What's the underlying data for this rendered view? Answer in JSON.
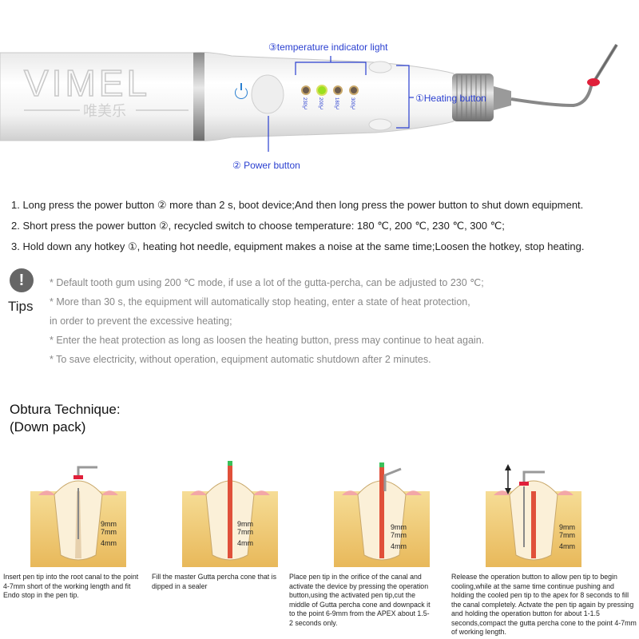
{
  "product": {
    "brand": "VIMEL",
    "brand_cn": "唯美乐",
    "callouts": {
      "temperature_light": "③temperature indicator light",
      "heating_button": "①Heating button",
      "power_button": "② Power button"
    },
    "temps": [
      "230℃",
      "200℃",
      "180℃",
      "300℃"
    ],
    "colors": {
      "callout": "#2a3fd0",
      "active_led": "#9be020",
      "tip_stop": "#e0203a"
    }
  },
  "steps": [
    "1. Long press the power button ② more than 2 s, boot device;And then long press the power button to shut down equipment.",
    "2. Short press the power button ②, recycled switch to choose temperature: 180 ℃, 200 ℃, 230 ℃, 300 ℃;",
    "3. Hold down any hotkey ①, heating hot needle, equipment makes a noise at the same time;Loosen the hotkey, stop heating."
  ],
  "tips": {
    "label": "Tips",
    "icon": "exclamation-icon",
    "items": [
      "* Default tooth gum using 200 ℃ mode, if use a lot of the gutta-percha, can be adjusted to 230 ℃;",
      "* More than 30 s, the equipment will automatically stop heating, enter a state of heat protection,",
      "in order to prevent the excessive heating;",
      "* Enter the heat protection as long as loosen the heating button, press may continue to heat again.",
      "* To save electricity, without operation, equipment automatic shutdown after 2 minutes."
    ]
  },
  "technique": {
    "title": "Obtura Technique:",
    "subtitle": "(Down pack)"
  },
  "diagrams": {
    "depth_labels": [
      "9mm",
      "7mm",
      "4mm"
    ],
    "captions": [
      "Insert pen tip into the root canal to the point 4-7mm short of the working length and fit Endo stop in the pen tip.",
      "Fill the master Gutta percha cone that is dipped in a sealer",
      "Place pen tip in the orifice of the canal and activate the device by pressing the operation button,using the activated pen tip,cut the middle of Gutta percha cone and downpack it to the point 6-9mm from the APEX about 1.5-2 seconds only.",
      "Release the operation button to allow pen tip to begin cooling,while at the same time continue pushing and holding the cooled pen tip to the apex for 8 seconds to fill the canal completely. Actvate the pen tip again by pressing and holding the operation button for about 1-1.5 seconds,compact the gutta percha cone to the point 4-7mm of working length."
    ]
  }
}
